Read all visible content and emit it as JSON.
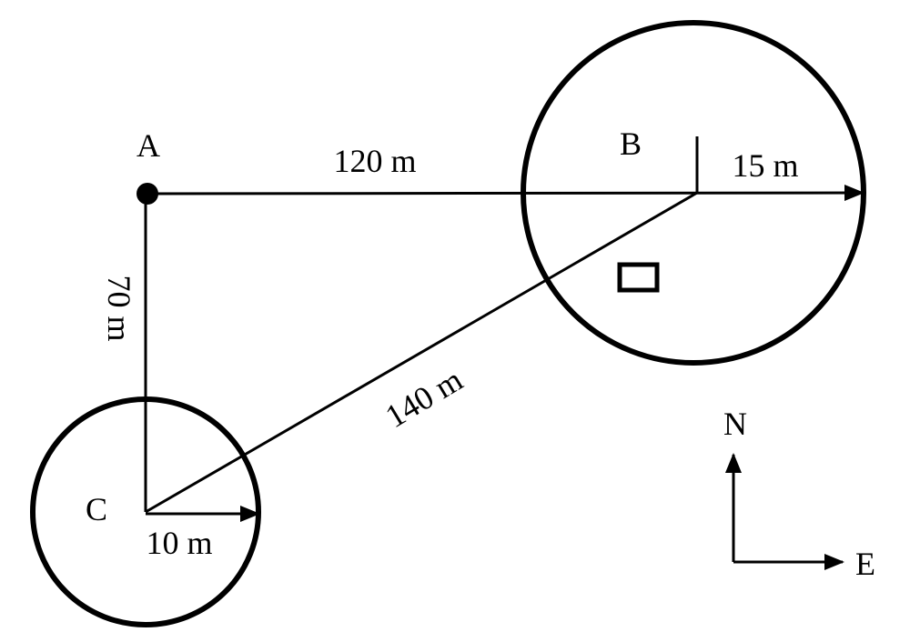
{
  "points": {
    "a": "A",
    "b": "B",
    "c": "C"
  },
  "distances": {
    "ab": "120 m",
    "ac": "70 m",
    "bc": "140 m",
    "radius_b": "15 m",
    "radius_c": "10 m"
  },
  "compass": {
    "north": "N",
    "east": "E"
  }
}
